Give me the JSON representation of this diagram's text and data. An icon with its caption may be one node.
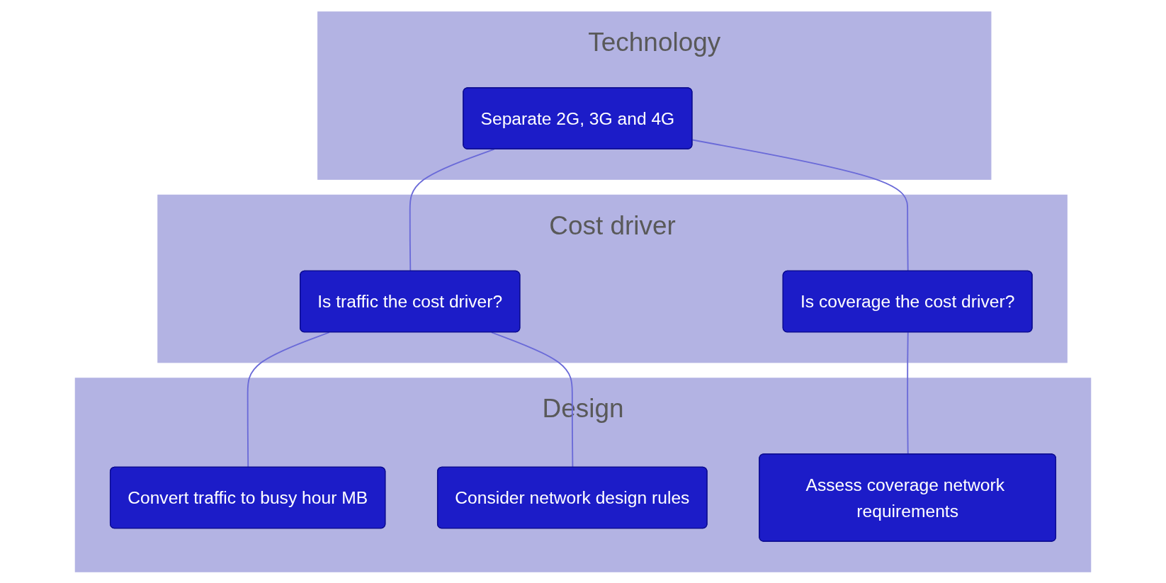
{
  "diagram": {
    "nodes": [
      {
        "text": [
          "Technology"
        ]
      },
      {
        "text": [
          "Separate 2G, 3G and 4G"
        ],
        "in": 0
      },
      {
        "text": [
          "Cost driver"
        ]
      },
      {
        "text": [
          "Is traffic the cost driver?"
        ],
        "in": 2
      },
      {
        "text": [
          "Is coverage the cost driver?"
        ],
        "in": 2
      },
      {
        "text": [
          "Design"
        ]
      },
      {
        "text": [
          "Convert traffic to busy hour MB"
        ],
        "in": 5
      },
      {
        "text": [
          "Consider network design rules"
        ],
        "in": 5
      },
      {
        "text": [
          "Assess coverage network requirements"
        ],
        "in": 5
      }
    ],
    "edges": [
      {
        "from": 1,
        "to": 3,
        "arrow": "none"
      },
      {
        "from": 1,
        "to": 4,
        "arrow": "none"
      },
      {
        "from": 3,
        "to": 6,
        "arrow": "none"
      },
      {
        "from": 3,
        "to": 7,
        "arrow": "none"
      },
      {
        "from": 4,
        "to": 8,
        "arrow": "none"
      }
    ]
  }
}
